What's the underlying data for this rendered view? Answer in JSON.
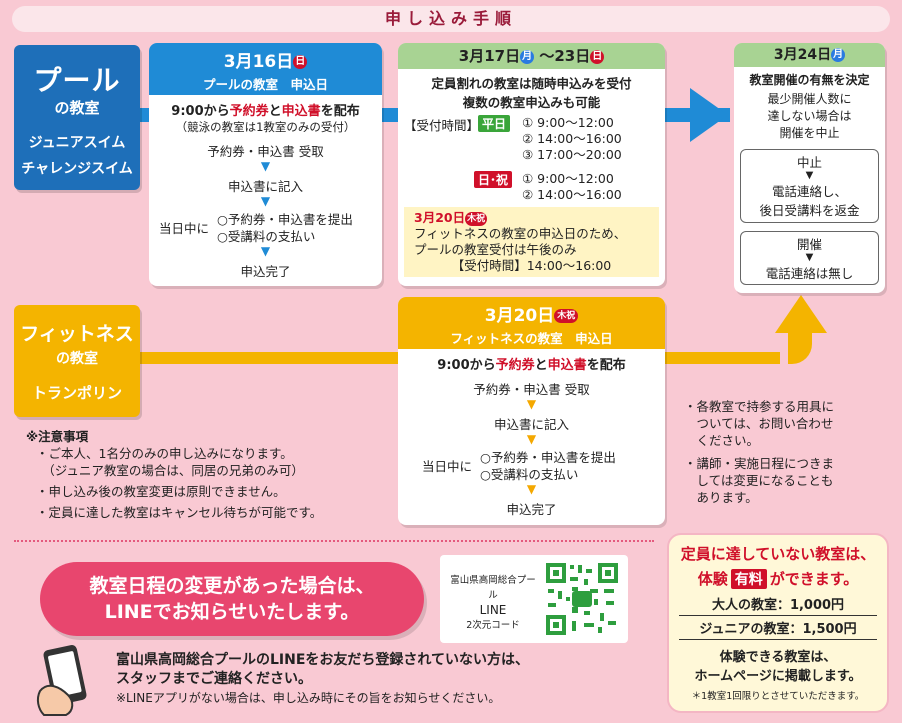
{
  "title": "申し込み手順",
  "pool": {
    "label_main": "プール",
    "label_sub": "の教室",
    "label_items": [
      "ジュニアスイム",
      "チャレンジスイム"
    ],
    "card1": {
      "date": "3月16日",
      "day": "日",
      "head_sub": "プールの教室　申込日",
      "line1_pre": "9:00から",
      "line1_a": "予約券",
      "line1_mid": "と",
      "line1_b": "申込書",
      "line1_post": "を配布",
      "note": "（競泳の教室は1教室のみの受付）",
      "step1": "予約券・申込書 受取",
      "step2": "申込書に記入",
      "same_day": "当日中に",
      "opt1": "○予約券・申込書を提出",
      "opt2": "○受講料の支払い",
      "done": "申込完了"
    },
    "card2": {
      "date_a": "3月17日",
      "day_a": "月",
      "date_b": "～23日",
      "day_b": "日",
      "line1": "定員割れの教室は随時申込みを受付",
      "line2": "複数の教室申込みも可能",
      "reception": "【受付時間】",
      "weekday_tag": "平日",
      "weekday_times": [
        "① 9:00～12:00",
        "② 14:00～16:00",
        "③ 17:00～20:00"
      ],
      "holiday_tag": "日･祝",
      "holiday_times": [
        "① 9:00～12:00",
        "② 14:00～16:00"
      ],
      "special_date": "3月20日",
      "special_day": "木祝",
      "special_l1": "フィットネスの教室の申込日のため、",
      "special_l2": "プールの教室受付は午後のみ",
      "special_time": "【受付時間】14:00～16:00"
    }
  },
  "final_card": {
    "date": "3月24日",
    "day": "月",
    "line1": "教室開催の有無を決定",
    "line2": "最少開催人数に",
    "line3": "達しない場合は",
    "line4": "開催を中止",
    "cancel_title": "中止",
    "cancel_l1": "電話連絡し、",
    "cancel_l2": "後日受講料を返金",
    "held_title": "開催",
    "held_l1": "電話連絡は無し"
  },
  "fitness": {
    "label_main": "フィットネス",
    "label_sub": "の教室",
    "label_item": "トランポリン",
    "card": {
      "date": "3月20日",
      "day": "木祝",
      "head_sub": "フィットネスの教室　申込日",
      "line1_pre": "9:00から",
      "line1_a": "予約券",
      "line1_mid": "と",
      "line1_b": "申込書",
      "line1_post": "を配布",
      "step1": "予約券・申込書 受取",
      "step2": "申込書に記入",
      "same_day": "当日中に",
      "opt1": "○予約券・申込書を提出",
      "opt2": "○受講料の支払い",
      "done": "申込完了"
    }
  },
  "side_notes": [
    "・各教室で持参する用具に",
    "　ついては、お問い合わせ",
    "　ください。",
    "・講師・実施日程につきま",
    "　しては変更になることも",
    "　あります。"
  ],
  "caution": {
    "title": "※注意事項",
    "items": [
      "・ご本人、1名分のみの申し込みになります。",
      "　（ジュニア教室の場合は、同居の兄弟のみ可）",
      "・申し込み後の教室変更は原則できません。",
      "・定員に達した教室はキャンセル待ちが可能です。"
    ]
  },
  "line_notice": {
    "pill_l1": "教室日程の変更があった場合は、",
    "pill_l2": "LINEでお知らせいたします。",
    "qr_l1": "富山県高岡総合プール",
    "qr_l2": "LINE",
    "qr_l3": "2次元コード",
    "body_l1": "富山県高岡総合プールのLINEをお友だち登録されていない方は、",
    "body_l2": "スタッフまでご連絡ください。",
    "body_l3": "※LINEアプリがない場合は、申し込み時にその旨をお知らせください。"
  },
  "trial": {
    "l1": "定員に達していない教室は、",
    "l2_pre": "体験",
    "l2_tag": "有料",
    "l2_post": "ができます。",
    "adult": "大人の教室：1,000円",
    "junior": "ジュニアの教室：1,500円",
    "l3": "体験できる教室は、",
    "l4": "ホームページに掲載します。",
    "foot": "＊1教室1回限りとさせていただきます。"
  },
  "colors": {
    "pool_blue": "#1e6fb9",
    "head_blue": "#1f8bd6",
    "green": "#8dc07a",
    "fitness_yellow": "#f4b400",
    "pink_bg": "#f9c9d3",
    "red": "#d0102a"
  }
}
